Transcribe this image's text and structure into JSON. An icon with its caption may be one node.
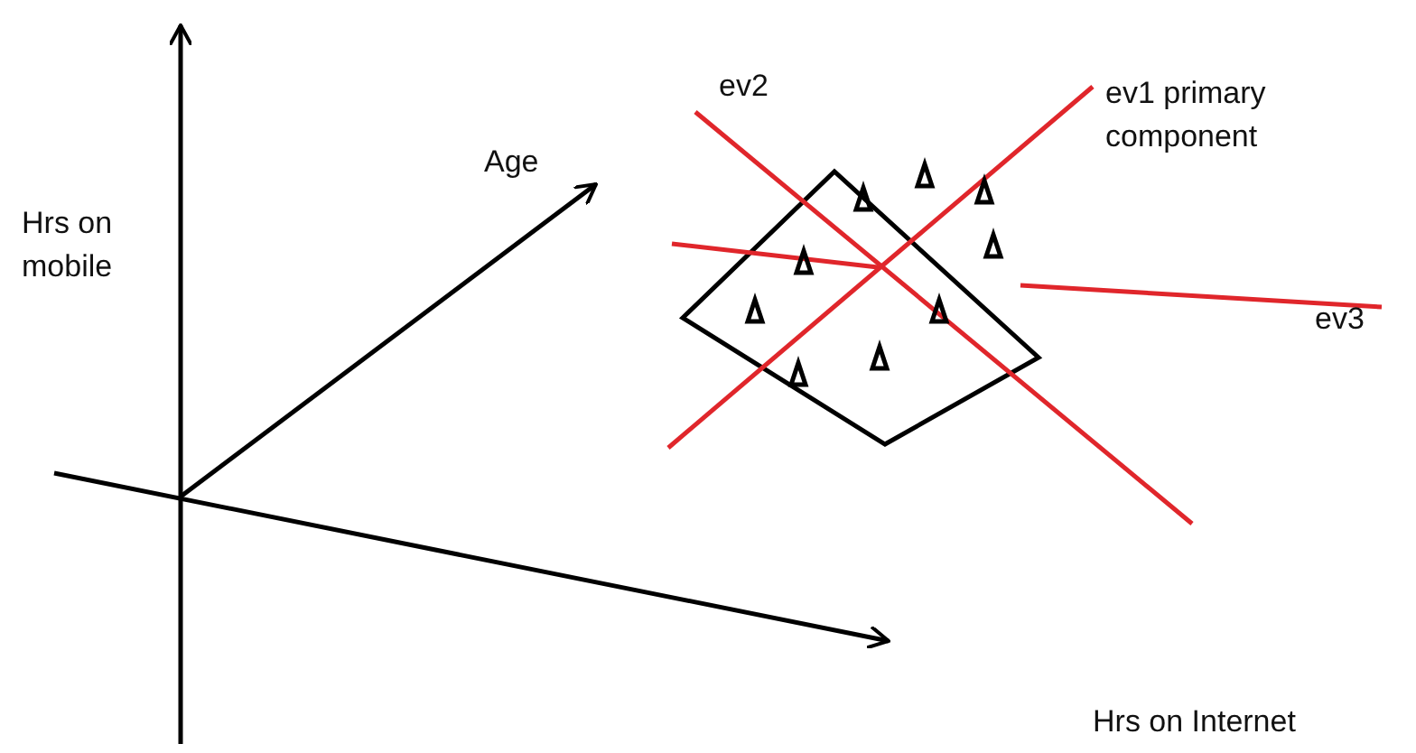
{
  "diagram": {
    "labels": [
      "Hrs on mobile",
      "Age",
      "ev2",
      "ev1 primary component",
      "ev3",
      "Hrs on Internet"
    ]
  }
}
